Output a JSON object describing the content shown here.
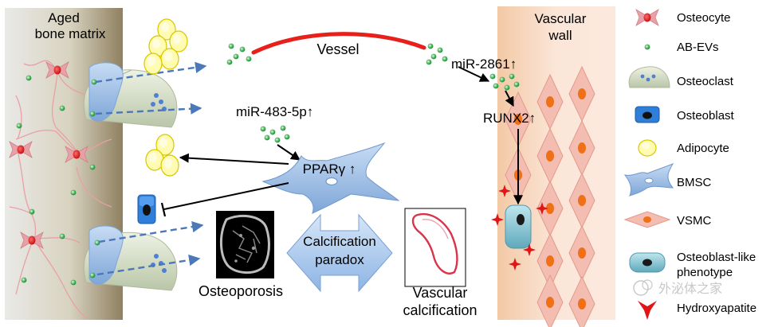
{
  "diagram": {
    "bone_matrix_label_line1": "Aged",
    "bone_matrix_label_line2": "bone matrix",
    "vessel_label": "Vessel",
    "vascular_wall_line1": "Vascular",
    "vascular_wall_line2": "wall",
    "mir2861": "miR-2861↑",
    "runx2": "RUNX2↑",
    "mir483": "miR-483-5p↑",
    "ppar": "PPARγ ↑",
    "paradox_line1": "Calcification",
    "paradox_line2": "paradox",
    "osteoporosis": "Osteoporosis",
    "vascular_calc_line1": "Vascular",
    "vascular_calc_line2": "calcification"
  },
  "legend": {
    "osteocyte": "Osteocyte",
    "ab_evs": "AB-EVs",
    "osteoclast": "Osteoclast",
    "osteoblast": "Osteoblast",
    "adipocyte": "Adipocyte",
    "bmsc": "BMSC",
    "vsmc": "VSMC",
    "osteoblast_like_line1": "Osteoblast-like",
    "osteoblast_like_line2": "phenotype",
    "hydroxyapatite": "Hydroxyapatite"
  },
  "watermark": "外泌体之家",
  "colors": {
    "vessel": "#e8201c",
    "ev_green": "#1f9e3a",
    "osteocyte": "#e8a0a6",
    "cell_nucleus": "#e02020",
    "bmsc": "#9cc0e8",
    "vsmc": "#f4bdb2",
    "vsmc_nucleus": "#f07018",
    "arrow_blue": "#4b78b8",
    "adipocyte": "#fffbb0",
    "hydroxyapatite": "#e01515"
  }
}
